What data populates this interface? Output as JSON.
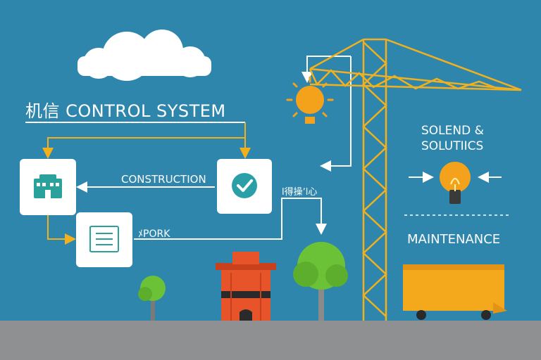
{
  "title": "机信 CONTROL SYSTEM",
  "labels": {
    "construction": "CONSTRUCTION",
    "cjk_small": "l得操ʼl心",
    "work": "ﾒPORK",
    "solutions_line1": "SOLEND &",
    "solutions_line2": "SOLUTIICS",
    "maintenance": "MAINTENANCE"
  },
  "icons": [
    "cloud-icon",
    "sun-icon",
    "crane-icon",
    "building-icon",
    "checkmark-icon",
    "document-list-icon",
    "lightbulb-icon",
    "tree-icon",
    "silo-icon",
    "truck-icon"
  ],
  "colors": {
    "background": "#2f86ad",
    "ground": "#8f9092",
    "line_white": "#ffffff",
    "line_yellow": "#f2b01e",
    "crane": "#f2b01e",
    "check": "#2a9fa8",
    "building_icon": "#2aa19b",
    "bulb": "#f4a21c",
    "tree": "#6cc236",
    "silo": "#e8542a",
    "truck": "#f4a81c"
  }
}
